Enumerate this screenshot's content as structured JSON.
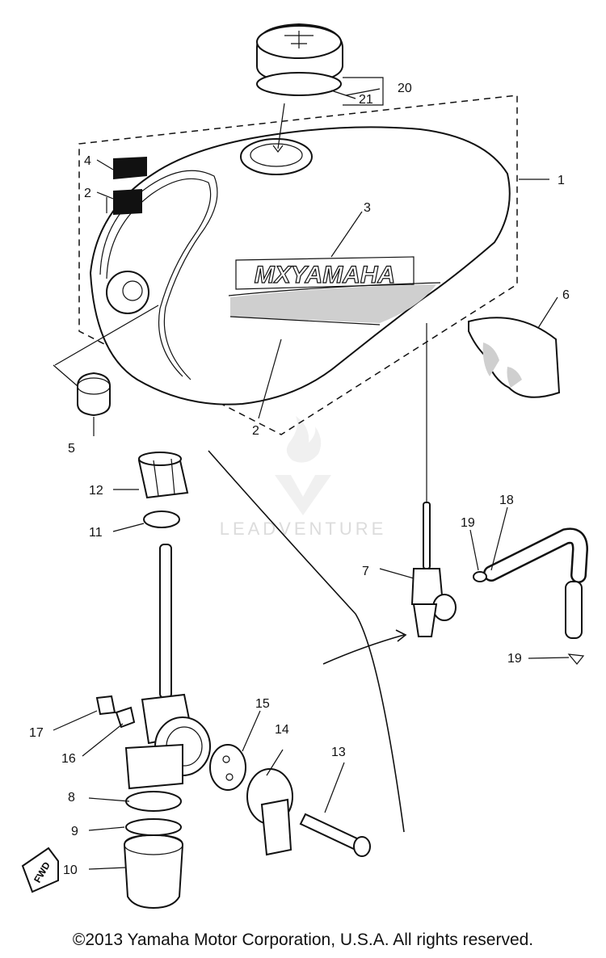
{
  "diagram": {
    "decal_text": "MXYAMAHA",
    "arrow_label": "FWD",
    "watermark": "LEADVENTURE",
    "callouts": [
      "1",
      "2",
      "2",
      "3",
      "4",
      "5",
      "6",
      "7",
      "8",
      "9",
      "10",
      "11",
      "12",
      "13",
      "14",
      "15",
      "16",
      "17",
      "18",
      "19",
      "19",
      "20",
      "21"
    ]
  },
  "footer": {
    "copyright": "©2013 Yamaha Motor Corporation, U.S.A. All rights reserved."
  }
}
